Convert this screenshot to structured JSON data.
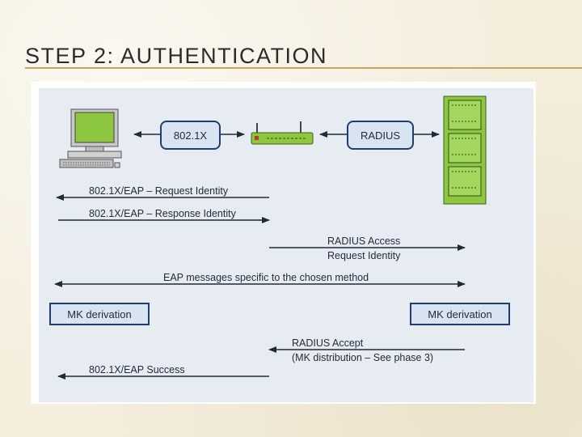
{
  "title": "STEP 2: AUTHENTICATION",
  "labels": {
    "pill_8021x": "802.1X",
    "pill_radius": "RADIUS",
    "req_identity": "802.1X/EAP – Request Identity",
    "resp_identity": "802.1X/EAP – Response Identity",
    "radius_access_1": "RADIUS Access",
    "radius_access_2": "Request Identity",
    "eap_messages": "EAP messages specific to the chosen method",
    "mk_left": "MK derivation",
    "mk_right": "MK derivation",
    "radius_accept_1": "RADIUS Accept",
    "radius_accept_2": "(MK distribution – See phase 3)",
    "eap_success": "802.1X/EAP Success"
  },
  "icons": {
    "client": "desktop-computer-icon",
    "access_point": "access-point-icon",
    "server": "server-rack-icon"
  },
  "colors": {
    "box_fill": "#d9e4f2",
    "box_border": "#1f3e6e",
    "monitor_screen": "#8dc63f",
    "server_green": "#8dc63f"
  }
}
